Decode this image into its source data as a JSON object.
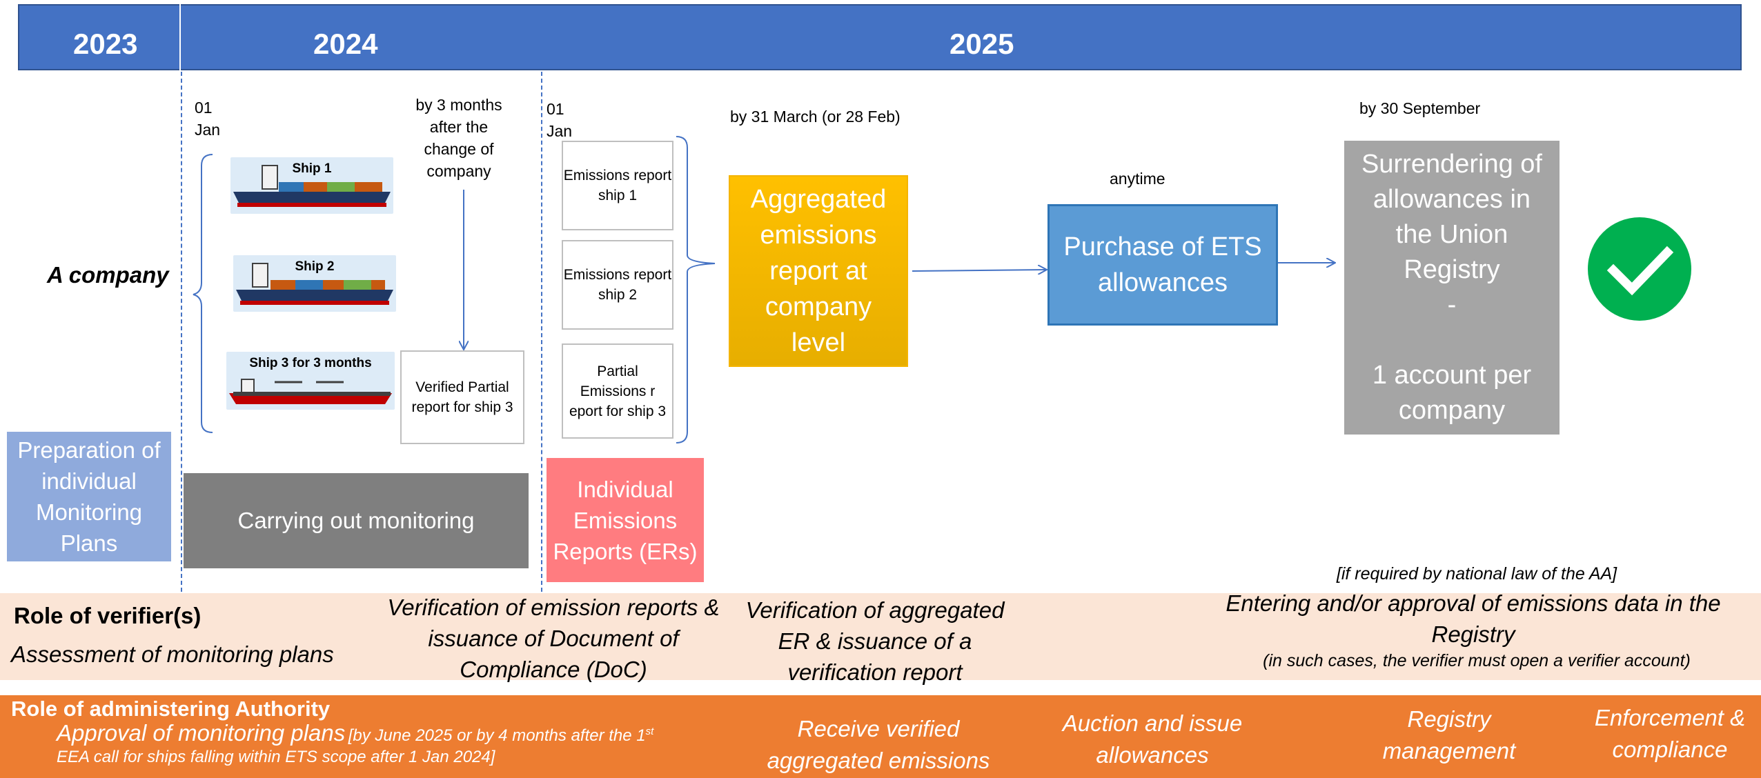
{
  "timeline": {
    "y2023": "2023",
    "y2024": "2024",
    "y2025": "2025"
  },
  "company_label": "A company",
  "dates": {
    "jan2024": "01 Jan",
    "jan2025": "01 Jan",
    "after_change": "by 3 months after the change of company",
    "march": "by 31 March (or 28 Feb)",
    "anytime": "anytime",
    "september": "by 30 September"
  },
  "ships": {
    "ship1": "Ship 1",
    "ship2": "Ship 2",
    "ship3": "Ship 3 for 3 months"
  },
  "partial_report": "Verified Partial report for ship 3",
  "reports": {
    "r1": "Emissions report ship 1",
    "r2": "Emissions report ship 2",
    "r3": "Partial Emissions r eport for ship 3"
  },
  "boxes": {
    "preparation": "Preparation of individual Monitoring Plans",
    "carrying": "Carrying out monitoring",
    "individual_ers": "Individual Emissions Reports (ERs)",
    "aggregated": "Aggregated emissions report at company level",
    "purchase": "Purchase of ETS allowances",
    "surrender_1": "Surrendering of allowances in the Union Registry",
    "surrender_dash": "-",
    "surrender_2": "1 account per company"
  },
  "verifier": {
    "title": "Role of verifier(s)",
    "assessment": "Assessment of monitoring plans",
    "verification_er": "Verification of emission reports & issuance of Document of Compliance (DoC)",
    "verification_agg": "Verification of aggregated ER & issuance of a verification report",
    "if_required": "[if required by national law of the AA]",
    "entering": "Entering and/or approval of emissions data in the Registry",
    "in_such_cases": "(in such cases, the verifier must open a verifier account)"
  },
  "authority": {
    "title": "Role of administering Authority",
    "approval": "Approval of monitoring plans",
    "approval_note_a": "[by June 2025 or by 4 months after the 1",
    "approval_note_sup": "st",
    "approval_note_b": "EEA call for ships falling within ETS scope after 1 Jan 2024]",
    "receive": "Receive verified aggregated emissions",
    "auction": "Auction and issue allowances",
    "registry": "Registry management",
    "enforcement": "Enforcement & compliance"
  },
  "colors": {
    "year_bar": "#4472c4",
    "preparation": "#8faadc",
    "carrying": "#7f7f7f",
    "individual_ers": "#ff7c80",
    "aggregated": "#ffc000",
    "purchase": "#5b9bd5",
    "surrender": "#a5a5a5",
    "check": "#00b050",
    "verifier_band": "#fbe5d6",
    "authority_band": "#ed7d31"
  }
}
